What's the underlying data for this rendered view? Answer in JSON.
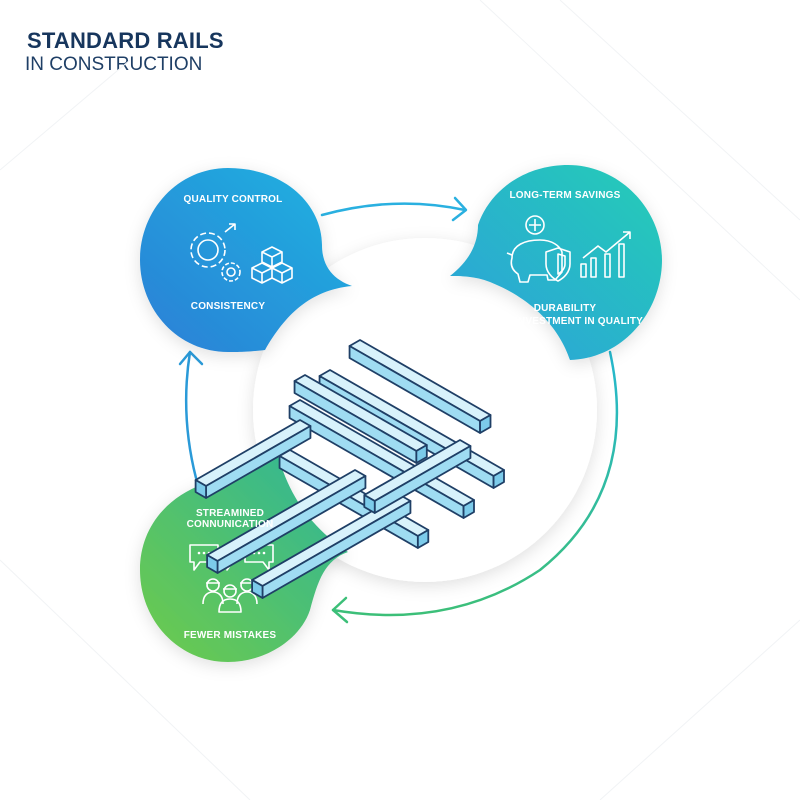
{
  "header": {
    "title": "STANDARD RAILS",
    "subtitle": "IN CONSTRUCTION"
  },
  "nodes": [
    {
      "top_label": "QUALITY CONTROL",
      "bottom_label": "CONSISTENCY",
      "icons": [
        "gears-icon",
        "blocks-icon"
      ],
      "color": "#2a8fd8"
    },
    {
      "top_label": "LONG-TERM SAVINGS",
      "bottom_label": "DURABILITY",
      "bottom_label_2": "INVESTMENT IN QUALITY",
      "icons": [
        "piggy-bank-icon",
        "shield-icon",
        "growth-chart-icon"
      ],
      "color": "#22b8c8"
    },
    {
      "top_label": "STREAMINED",
      "top_label_2": "CONNUNICATION",
      "bottom_label": "FEWER MISTAKES",
      "icons": [
        "chat-bubbles-icon",
        "workers-icon"
      ],
      "color": "#4cbb6a"
    }
  ],
  "center": {
    "icon": "rail-lattice-icon"
  },
  "colors": {
    "title": "#17365d",
    "blue": "#2a8fd8",
    "teal": "#22c3b5",
    "green": "#5cc25a"
  }
}
